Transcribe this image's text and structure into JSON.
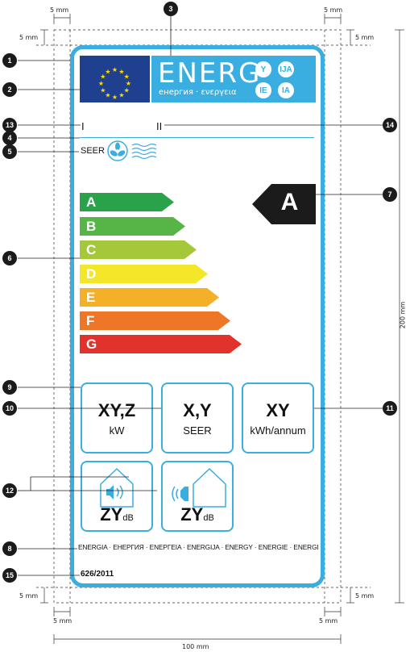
{
  "dimensions": {
    "margin_top_left": "5 mm",
    "margin_top_right": "5 mm",
    "margin_side_top_left": "5 mm",
    "margin_side_top_right": "5 mm",
    "margin_side_bottom_left": "5 mm",
    "margin_side_bottom_right": "5 mm",
    "margin_bottom_left": "5 mm",
    "margin_bottom_right": "5 mm",
    "total_width": "100 mm",
    "total_height": "200 mm"
  },
  "header": {
    "energ_word": "ENERG",
    "energ_subtitle": "енергия · ενεργεια",
    "circles": [
      "Y",
      "IJA",
      "IE",
      "IA"
    ]
  },
  "supplier": {
    "left": "I",
    "right": "II"
  },
  "seer_label": "SEER",
  "scale": [
    {
      "letter": "A",
      "color": "#2aa24a"
    },
    {
      "letter": "B",
      "color": "#57b447"
    },
    {
      "letter": "C",
      "color": "#a5c83a"
    },
    {
      "letter": "D",
      "color": "#f4e629"
    },
    {
      "letter": "E",
      "color": "#f5b02a"
    },
    {
      "letter": "F",
      "color": "#ef7527"
    },
    {
      "letter": "G",
      "color": "#e2322c"
    }
  ],
  "class_indicator": "A",
  "info_boxes": [
    {
      "value": "XY,Z",
      "unit": "kW"
    },
    {
      "value": "X,Y",
      "unit": "SEER"
    },
    {
      "value": "XY",
      "unit": "kWh/annum"
    }
  ],
  "sound": [
    {
      "value": "ZY",
      "unit": "dB"
    },
    {
      "value": "ZY",
      "unit": "dB"
    }
  ],
  "energy_words": "ENERGIA · ЕНЕРГИЯ · ΕΝΕΡΓΕΙΑ · ENERGIJA · ENERGY · ENERGIE · ENERGI",
  "regulation": "626/2011",
  "callouts": [
    "1",
    "2",
    "3",
    "4",
    "5",
    "6",
    "7",
    "8",
    "9",
    "10",
    "11",
    "12",
    "13",
    "14",
    "15"
  ],
  "colors": {
    "frame": "#3aaee0",
    "flag": "#1f3f8f",
    "star": "#ffdd00",
    "indicator": "#1b1b1b"
  }
}
